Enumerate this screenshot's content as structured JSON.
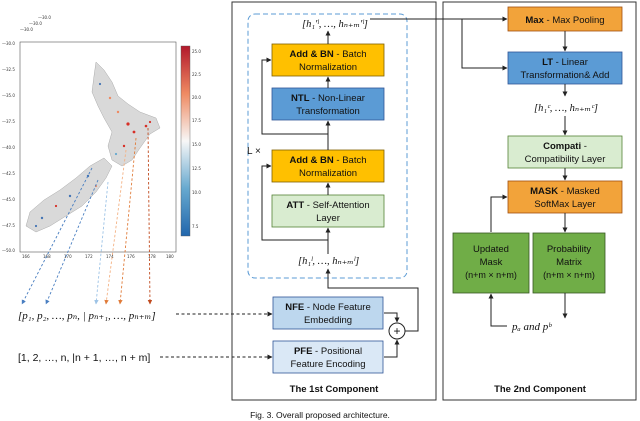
{
  "map": {
    "top_ticks": [
      "—30.0",
      "—30.0",
      "—30.0"
    ],
    "y_ticks": [
      "—30.0",
      "—32.5",
      "—35.0",
      "—37.5",
      "—40.0",
      "—42.5",
      "—45.0",
      "—47.5",
      "—50.0"
    ],
    "x_ticks": [
      "166",
      "168",
      "170",
      "172",
      "174",
      "176",
      "178",
      "180"
    ],
    "colorbar_ticks": [
      "25.0",
      "22.5",
      "20.0",
      "17.5",
      "15.0",
      "12.5",
      "10.0",
      "7.5"
    ],
    "colors": {
      "high": "#d73027",
      "mid": "#f7f7f7",
      "low": "#4575b4"
    }
  },
  "sequence": {
    "positions": "[p₁, p₂, …, pₙ, | pₙ₊₁, …, pₙ₊ₘ]",
    "indices": "[1, 2, …, n, |n + 1, …, n + m]"
  },
  "component1": {
    "title": "The 1st Component",
    "h_top": "[h₁′ˡ, …, hₙ₊ₘ′ˡ]",
    "h_bottom": "[h₁ˡ, …, hₙ₊ₘˡ]",
    "loop_label": "L ×",
    "plus": "+",
    "boxes": {
      "addbn_top": {
        "bold": "Add & BN",
        "rest": " - Batch",
        "line2": "Normalization"
      },
      "ntl": {
        "bold": "NTL",
        "rest": " - Non-Linear",
        "line2": "Transformation"
      },
      "addbn_bottom": {
        "bold": "Add & BN",
        "rest": " - Batch",
        "line2": "Normalization"
      },
      "att": {
        "bold": "ATT",
        "rest": " - Self-Attention",
        "line2": "Layer"
      },
      "nfe": {
        "bold": "NFE",
        "rest": " - Node Feature",
        "line2": "Embedding"
      },
      "pfe": {
        "bold": "PFE",
        "rest": " - Positional",
        "line2": "Feature Encoding"
      }
    }
  },
  "component2": {
    "title": "The 2nd Component",
    "h_c": "[h₁ᶜ, …, hₙ₊ₘᶜ]",
    "output": "pₐ and pᵇ",
    "boxes": {
      "max": {
        "bold": "Max",
        "rest": " - Max Pooling"
      },
      "lt": {
        "bold": "LT",
        "rest": " - Linear",
        "line2": "Transformation& Add"
      },
      "compati": {
        "bold": "Compati",
        "rest": " -",
        "line2": "Compatibility Layer"
      },
      "mask": {
        "bold": "MASK",
        "rest": " - Masked",
        "line2": "SoftMax Layer"
      },
      "updated": {
        "line1": "Updated",
        "line2": "Mask",
        "line3": "(n+m × n+m)"
      },
      "prob": {
        "line1": "Probability",
        "line2": "Matrix",
        "line3": "(n+m × n+m)"
      }
    }
  },
  "caption": "Fig. 3.  Overall proposed architecture.",
  "colors": {
    "orange": "#ffc000",
    "blue": "#5b9bd5",
    "green_light": "#d9ecd0",
    "green": "#70ad47",
    "orange_dark": "#f2a33a",
    "nfe_blue": "#bdd7ee",
    "pfe_blue": "#dae8f6"
  }
}
